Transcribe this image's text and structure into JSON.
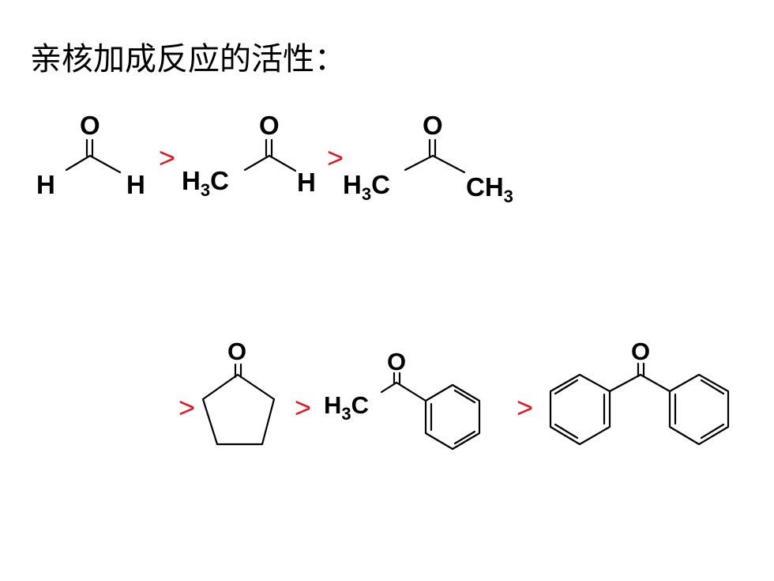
{
  "slide": {
    "title": "亲核加成反应的活性："
  },
  "symbols": {
    "greater_than": ">",
    "oxygen": "O",
    "hydrogen": "H",
    "carbon": "C",
    "methyl_h": "H",
    "methyl_sub": "3",
    "methyl_c": "C",
    "ch_c": "CH",
    "ch_sub": "3"
  },
  "colors": {
    "text": "#000000",
    "comparator": "#e8141e",
    "background": "#ffffff"
  }
}
